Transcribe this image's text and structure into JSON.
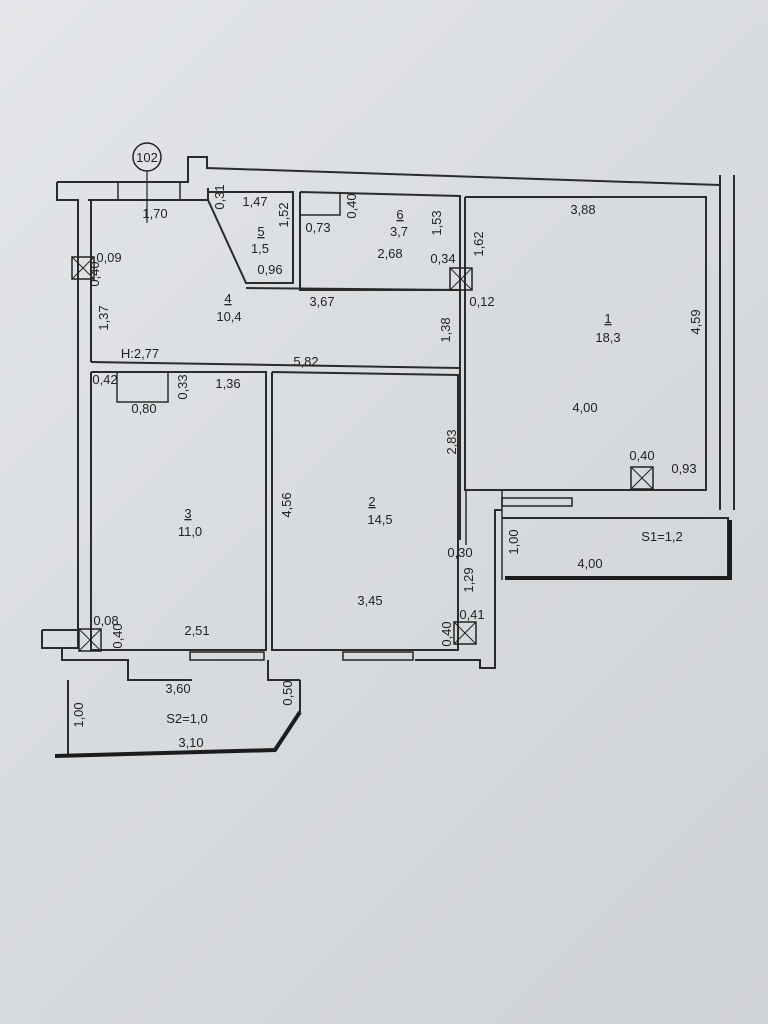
{
  "plan": {
    "apartment_number": "102",
    "rooms": [
      {
        "number": "1",
        "area": "18,3"
      },
      {
        "number": "2",
        "area": "14,5"
      },
      {
        "number": "3",
        "area": "11,0"
      },
      {
        "number": "4",
        "area": "10,4"
      },
      {
        "number": "5",
        "area": "1,5"
      },
      {
        "number": "6",
        "area": "3,7"
      }
    ],
    "balconies": [
      {
        "label": "S1=1,2"
      },
      {
        "label": "S2=1,0"
      }
    ],
    "ceiling_height": "H:2,77",
    "dimensions": {
      "d170": "1,70",
      "d031": "0,31",
      "d147": "1,47",
      "d152": "1,52",
      "d040a": "0,40",
      "d073": "0,73",
      "d153": "1,53",
      "d162": "1,62",
      "d388": "3,88",
      "d009": "0,09",
      "d040b": "0,40",
      "d268": "2,68",
      "d096": "0,96",
      "d034": "0,34",
      "d137": "1,37",
      "d367": "3,67",
      "d012": "0,12",
      "d138": "1,38",
      "d459": "4,59",
      "d277": "H:2,77",
      "d582": "5,82",
      "d042": "0,42",
      "d033": "0,33",
      "d136": "1,36",
      "d080": "0,80",
      "d283": "2,83",
      "d400a": "4,00",
      "d040c": "0,40",
      "d093": "0,93",
      "d456": "4,56",
      "d100a": "1,00",
      "d400b": "4,00",
      "d030": "0,30",
      "d129": "1,29",
      "d345": "3,45",
      "d041": "0,41",
      "d008": "0,08",
      "d040d": "0,40",
      "d251": "2,51",
      "d040e": "0,40",
      "d360": "3,60",
      "d050": "0,50",
      "d100b": "1,00",
      "d310": "3,10"
    }
  }
}
